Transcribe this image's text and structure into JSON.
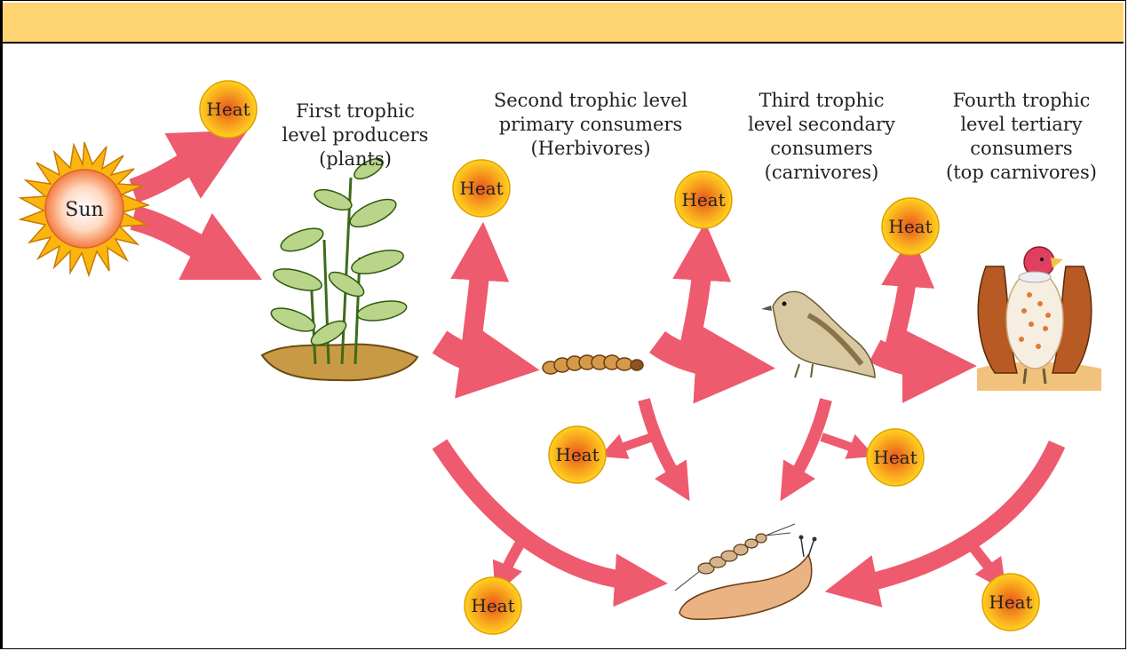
{
  "labels": {
    "first": "First trophic\nlevel producers\n(plants)",
    "second": "Second trophic level\nprimary consumers\n(Herbivores)",
    "third": "Third trophic\nlevel  secondary\nconsumers\n(carnivores)",
    "fourth": "Fourth trophic\nlevel tertiary\nconsumers\n(top carnivores)"
  },
  "sun": {
    "label": "Sun"
  },
  "heat_label": "Heat",
  "colors": {
    "arrow": "#ee5a6e",
    "arrow_stroke": "#c33a4e",
    "header_bar": "#ffd473",
    "heat_core": "#f07a1a",
    "heat_edge": "#ffd21f",
    "sun_rays": "#fbb50f"
  }
}
